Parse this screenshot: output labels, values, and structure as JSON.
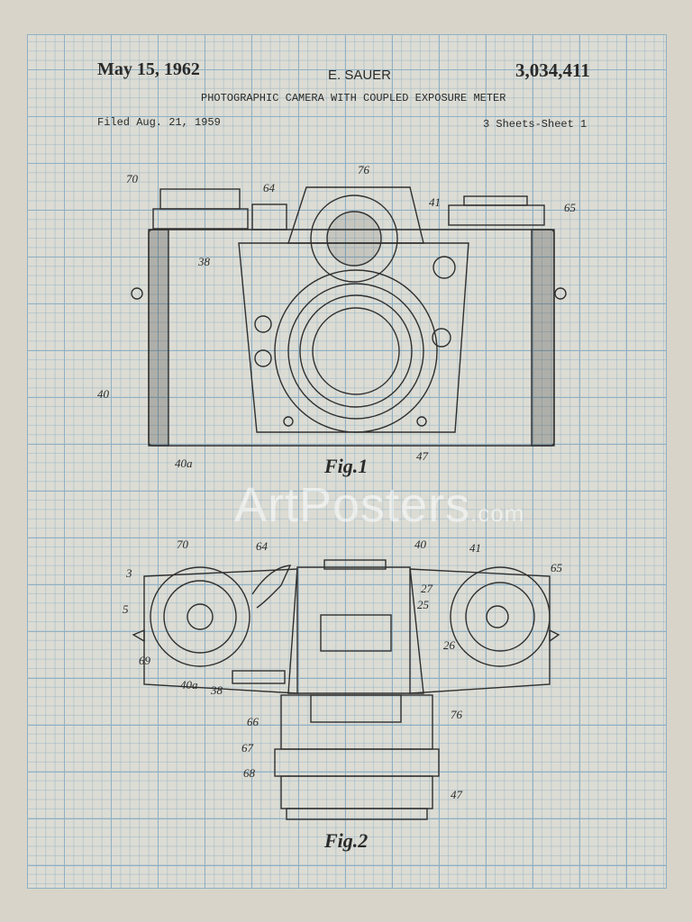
{
  "header": {
    "date": "May 15, 1962",
    "inventor": "E. SAUER",
    "patent_number": "3,034,411",
    "title": "PHOTOGRAPHIC CAMERA WITH COUPLED EXPOSURE METER",
    "filed": "Filed Aug. 21, 1959",
    "sheets": "3 Sheets-Sheet 1"
  },
  "figure1": {
    "caption": "Fig.1",
    "refs": [
      "70",
      "64",
      "76",
      "41",
      "65",
      "38",
      "40",
      "40a",
      "47"
    ]
  },
  "figure2": {
    "caption": "Fig.2",
    "refs": [
      "3",
      "70",
      "64",
      "40",
      "41",
      "65",
      "5",
      "27",
      "25",
      "26",
      "69",
      "40a",
      "38",
      "66",
      "76",
      "67",
      "68",
      "47"
    ]
  },
  "watermark": {
    "brand": "ArtPosters",
    "suffix": ".com"
  },
  "colors": {
    "paper": "#d8d4c9",
    "grid": "#8fb0c4",
    "ink": "#2a2a2a"
  }
}
